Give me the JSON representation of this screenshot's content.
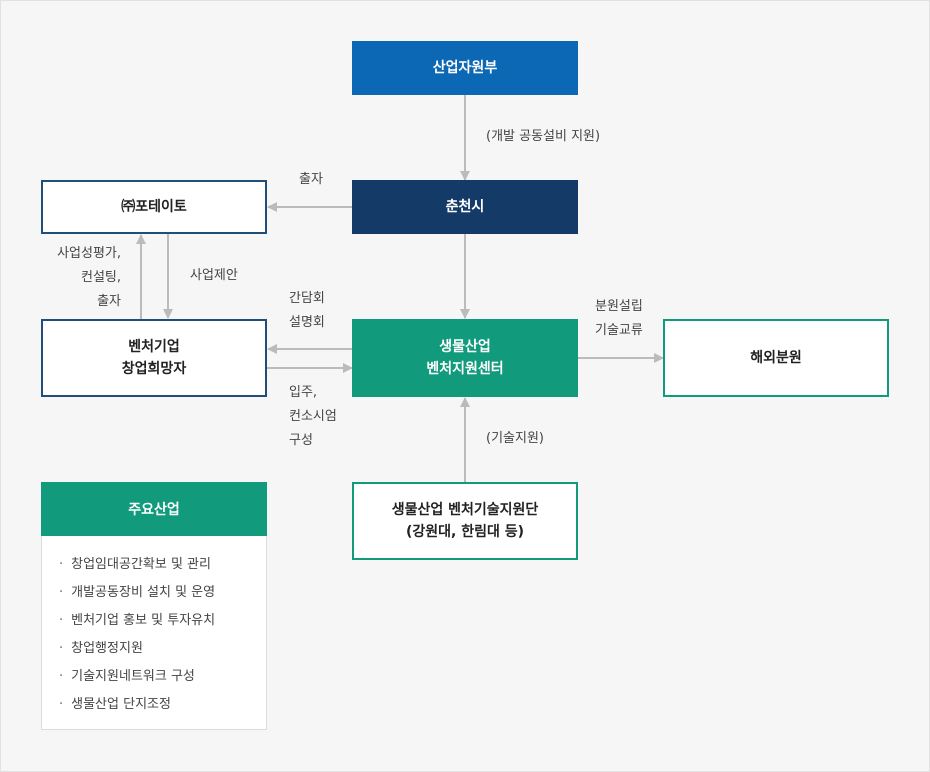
{
  "nodes": {
    "ministry": "산업자원부",
    "city": "춘천시",
    "company": "㈜포테이토",
    "startup_line1": "벤처기업",
    "startup_line2": "창업희망자",
    "center_line1": "생물산업",
    "center_line2": "벤처지원센터",
    "overseas": "해외분원",
    "tech_team_line1": "생물산업 벤처기술지원단",
    "tech_team_line2": "(강원대, 한림대 등)"
  },
  "edge_labels": {
    "ministry_to_city": "(개발 공동설비 지원)",
    "city_to_company": "출자",
    "company_to_startup": "사업제안",
    "startup_to_company_1": "사업성평가,",
    "startup_to_company_2": "컨설팅,",
    "startup_to_company_3": "출자",
    "center_to_startup_1": "간담회",
    "center_to_startup_2": "설명회",
    "startup_to_center_1": "입주,",
    "startup_to_center_2": "컨소시엄",
    "startup_to_center_3": "구성",
    "center_to_overseas_1": "분원설립",
    "center_to_overseas_2": "기술교류",
    "tech_to_center": "(기술지원)"
  },
  "industry": {
    "title": "주요산업",
    "items": [
      "창업임대공간확보 및 관리",
      "개발공동장비 설치 및 운영",
      "벤처기업 홍보 및 투자유치",
      "창업행정지원",
      "기술지원네트워크 구성",
      "생물산업 단지조정"
    ]
  },
  "colors": {
    "ministry": "#0c68b4",
    "city": "#143a68",
    "center": "#119a7b",
    "arrow": "#bbbbbb",
    "background": "#f6f6f6"
  }
}
